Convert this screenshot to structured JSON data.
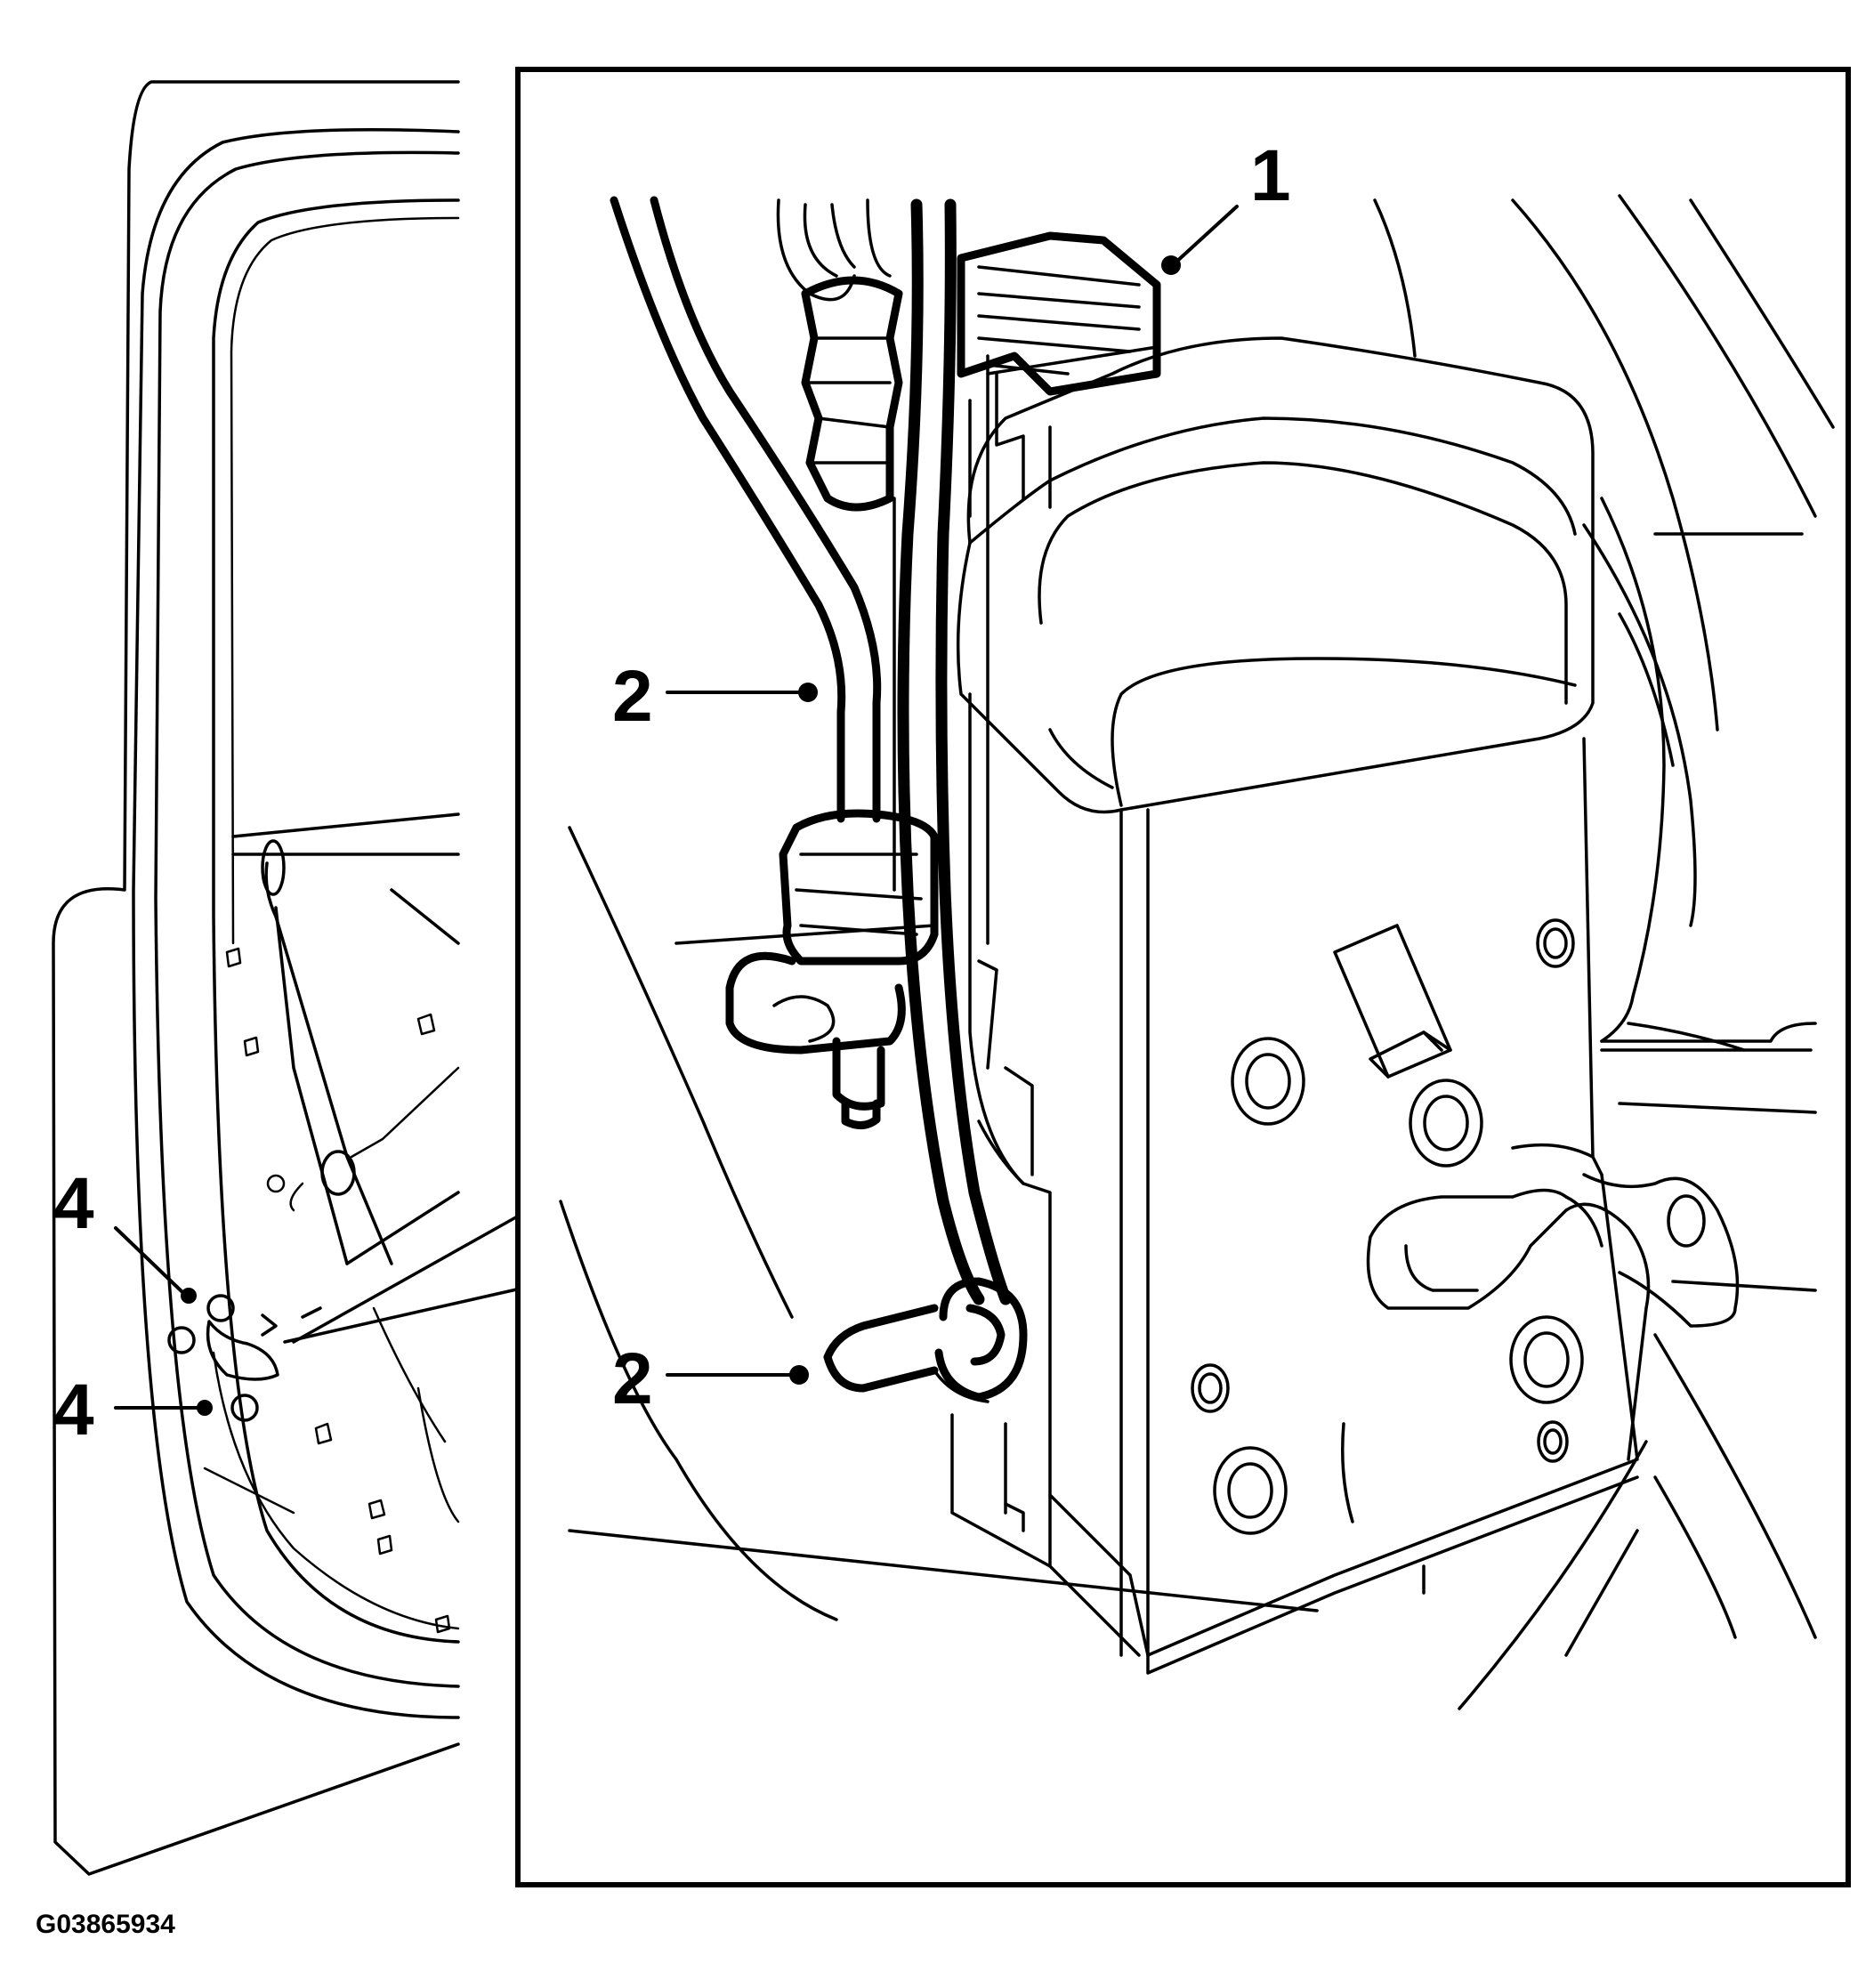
{
  "diagram": {
    "figure_code": "G03865934",
    "callouts": [
      {
        "id": "callout-1",
        "label": "1"
      },
      {
        "id": "callout-2-upper",
        "label": "2"
      },
      {
        "id": "callout-2-lower",
        "label": "2"
      },
      {
        "id": "callout-4-upper",
        "label": "4"
      },
      {
        "id": "callout-4-lower",
        "label": "4"
      }
    ]
  }
}
